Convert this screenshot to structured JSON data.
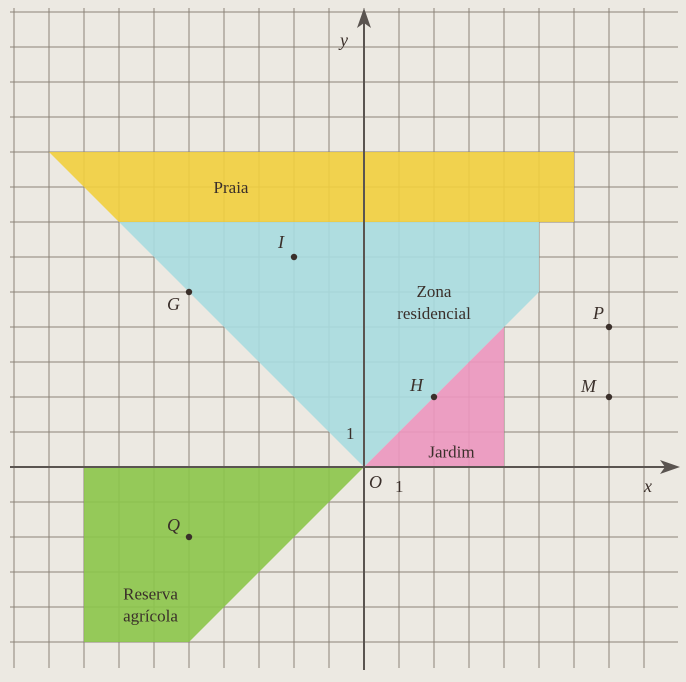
{
  "figure": {
    "axes": {
      "x_label": "x",
      "y_label": "y",
      "origin_label": "O",
      "x_unit_label": "1",
      "y_unit_label": "1"
    },
    "grid": true,
    "x_range": [
      -10,
      8.5
    ],
    "y_range": [
      -5,
      12.5
    ],
    "regions": [
      {
        "id": "praia",
        "label": "Praia",
        "color": "#f2cf3e",
        "vertices": [
          [
            -9,
            9
          ],
          [
            6,
            9
          ],
          [
            6,
            7
          ],
          [
            -7,
            7
          ]
        ],
        "label_at": [
          -3.8,
          8
        ]
      },
      {
        "id": "zona-residencial",
        "label_lines": [
          "Zona",
          "residencial"
        ],
        "color": "#a9dbe0",
        "vertices": [
          [
            -7,
            7
          ],
          [
            5,
            7
          ],
          [
            5,
            5
          ],
          [
            0,
            0
          ],
          [
            -5,
            5
          ]
        ],
        "label_at": [
          2,
          4.6
        ]
      },
      {
        "id": "jardim",
        "label": "Jardim",
        "color": "#ec96bf",
        "vertices": [
          [
            0,
            0
          ],
          [
            4,
            4
          ],
          [
            4,
            0
          ]
        ],
        "label_at": [
          2.5,
          0.45
        ]
      },
      {
        "id": "reserva-agricola",
        "label_lines": [
          "Reserva",
          "agrícola"
        ],
        "color": "#8cc54a",
        "vertices": [
          [
            -8,
            0
          ],
          [
            0,
            0
          ],
          [
            -5,
            -5
          ],
          [
            -8,
            -5
          ]
        ],
        "label_at": [
          -6.1,
          -3.9
        ]
      }
    ],
    "points": [
      {
        "name": "I",
        "x": -2,
        "y": 6
      },
      {
        "name": "G",
        "x": -5,
        "y": 5
      },
      {
        "name": "P",
        "x": 7,
        "y": 4
      },
      {
        "name": "H",
        "x": 2,
        "y": 2
      },
      {
        "name": "M",
        "x": 7,
        "y": 2
      },
      {
        "name": "Q",
        "x": -5,
        "y": -2
      }
    ]
  },
  "colors": {
    "background": "#ece9e2",
    "grid": "#8b8278",
    "axis": "#5a5450",
    "text": "#3a2f2a",
    "point": "#3a2f2a"
  }
}
